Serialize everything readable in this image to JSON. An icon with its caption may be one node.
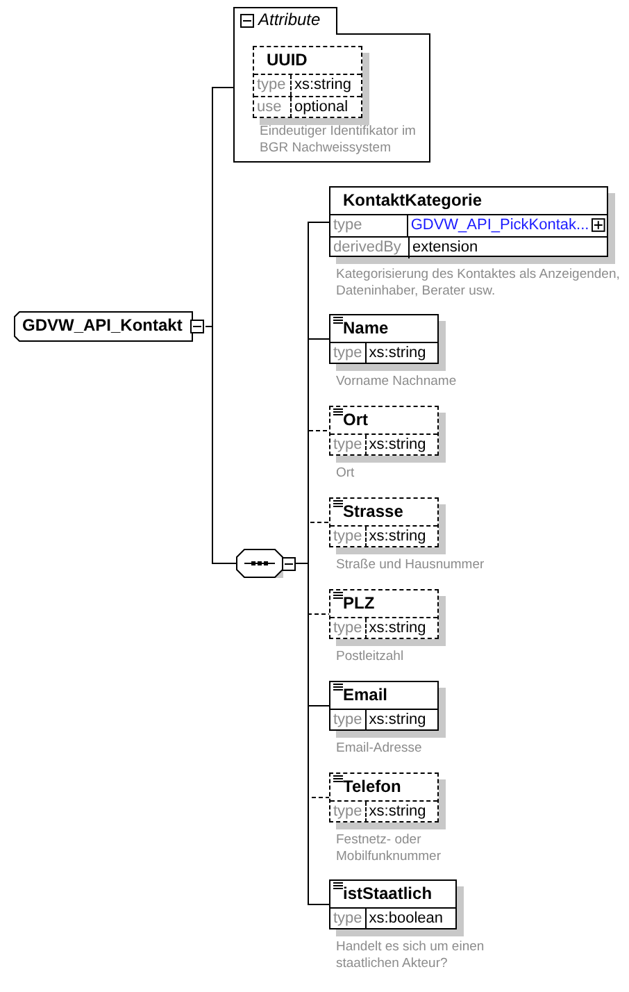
{
  "diagram": {
    "nodes": [
      {
        "text": [
          "GDVW_API_Kontakt"
        ]
      },
      {
        "text": [
          "Attribute"
        ]
      },
      {
        "text": [
          "UUID",
          "type",
          "xs:string",
          "use",
          "optional"
        ],
        "in": 1,
        "beside": [
          "Eindeutiger Identifikator im BGR Nachweissystem"
        ]
      },
      {
        "text": [],
        "shape": "octagon"
      },
      {
        "text": [
          "KontaktKategorie",
          "type",
          "GDVW_API_PickKontak...",
          "derivedBy",
          "extension"
        ],
        "beside": [
          "Kategorisierung des Kontaktes als Anzeigenden, Dateninhaber, Berater usw."
        ]
      },
      {
        "text": [
          "Name",
          "type",
          "xs:string"
        ],
        "beside": [
          "Vorname Nachname"
        ]
      },
      {
        "text": [
          "Ort",
          "type",
          "xs:string"
        ],
        "beside": [
          "Ort"
        ]
      },
      {
        "text": [
          "Strasse",
          "type",
          "xs:string"
        ],
        "beside": [
          "Straße und Hausnummer"
        ]
      },
      {
        "text": [
          "PLZ",
          "type",
          "xs:string"
        ],
        "beside": [
          "Postleitzahl"
        ]
      },
      {
        "text": [
          "Email",
          "type",
          "xs:string"
        ],
        "beside": [
          "Email-Adresse"
        ]
      },
      {
        "text": [
          "Telefon",
          "type",
          "xs:string"
        ],
        "beside": [
          "Festnetz- oder Mobilfunknummer"
        ]
      },
      {
        "text": [
          "istStaatlich",
          "type",
          "xs:boolean"
        ],
        "beside": [
          "Handelt es sich um einen staatlichen Akteur?"
        ]
      }
    ],
    "edges": [
      {
        "from": 0,
        "to": 1,
        "arrow": "none"
      },
      {
        "from": 0,
        "to": 3,
        "arrow": "none"
      },
      {
        "from": 3,
        "to": 4,
        "arrow": "none"
      },
      {
        "from": 3,
        "to": 5,
        "arrow": "none"
      },
      {
        "from": 3,
        "to": 6,
        "arrow": "none",
        "style": "dashed"
      },
      {
        "from": 3,
        "to": 7,
        "arrow": "none",
        "style": "dashed"
      },
      {
        "from": 3,
        "to": 8,
        "arrow": "none",
        "style": "dashed"
      },
      {
        "from": 3,
        "to": 9,
        "arrow": "none"
      },
      {
        "from": 3,
        "to": 10,
        "arrow": "none",
        "style": "dashed"
      },
      {
        "from": 3,
        "to": 11,
        "arrow": "none"
      }
    ]
  }
}
